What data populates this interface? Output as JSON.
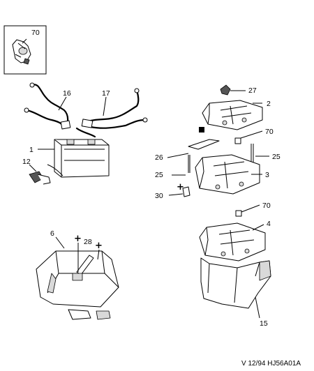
{
  "callouts": {
    "c70_inset": "70",
    "c16": "16",
    "c17": "17",
    "c1": "1",
    "c12": "12",
    "c27": "27",
    "c2": "2",
    "c70_upper": "70",
    "c26": "26",
    "c25_right": "25",
    "c25_left": "25",
    "c3": "3",
    "c30": "30",
    "c70_lower": "70",
    "c4": "4",
    "c6": "6",
    "c28": "28",
    "c15": "15"
  },
  "symbols": {
    "square_filled": "square-filled-icon",
    "square_open": "square-open-icon",
    "plus": "plus-icon"
  },
  "footer": {
    "code": "V 12/94 HJ56A01A"
  }
}
